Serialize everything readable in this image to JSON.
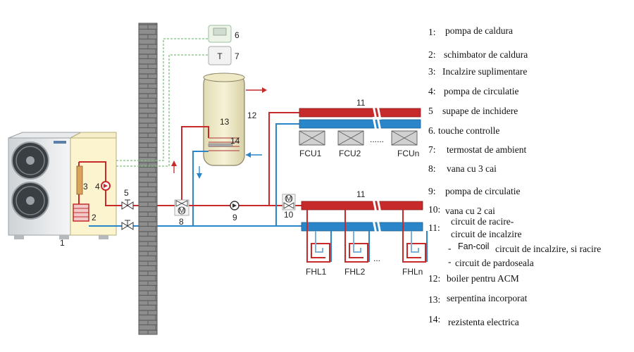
{
  "diagram": {
    "numbers": {
      "n1": "1",
      "n2": "2",
      "n3": "3",
      "n4": "4",
      "n5": "5",
      "n6": "6",
      "n7": "7",
      "n8": "8",
      "n9": "9",
      "n10": "10",
      "n11a": "11",
      "n11b": "11",
      "n12": "12",
      "n13": "13",
      "n14": "14"
    },
    "thermostat_letter": "T",
    "valve_m": "M",
    "fcu": [
      "FCU1",
      "FCU2",
      "......",
      "FCUn"
    ],
    "fhl": [
      "FHL1",
      "FHL2",
      "...",
      "FHLn"
    ]
  },
  "legend": [
    {
      "num": "1:",
      "text": "pompa de caldura"
    },
    {
      "num": "2:",
      "text": "schimbator de caldura"
    },
    {
      "num": "3:",
      "text": "Incalzire suplimentare"
    },
    {
      "num": "4:",
      "text": "pompa de circulatie"
    },
    {
      "num": "5",
      "text": "supape de inchidere"
    },
    {
      "num": "6.",
      "text": "touche controlle"
    },
    {
      "num": "7:",
      "text": "termostat de ambient"
    },
    {
      "num": "8:",
      "text": "vana cu 3 cai"
    },
    {
      "num": "9:",
      "text": "pompa de circulatie"
    },
    {
      "num": "10:",
      "text": "vana cu 2 cai"
    },
    {
      "num": "11:",
      "text": "circuit de racire-"
    },
    {
      "num": "",
      "text": "circuit de incalzire"
    },
    {
      "num": "-",
      "text": "Fan-coil"
    },
    {
      "num": "",
      "text": "circuit de incalzire, si racire"
    },
    {
      "num": "-",
      "text": "circuit de pardoseala"
    },
    {
      "num": "12:",
      "text": "boiler pentru ACM"
    },
    {
      "num": "13:",
      "text": "serpentina incorporat"
    },
    {
      "num": "14:",
      "text": "rezistenta electrica"
    }
  ]
}
